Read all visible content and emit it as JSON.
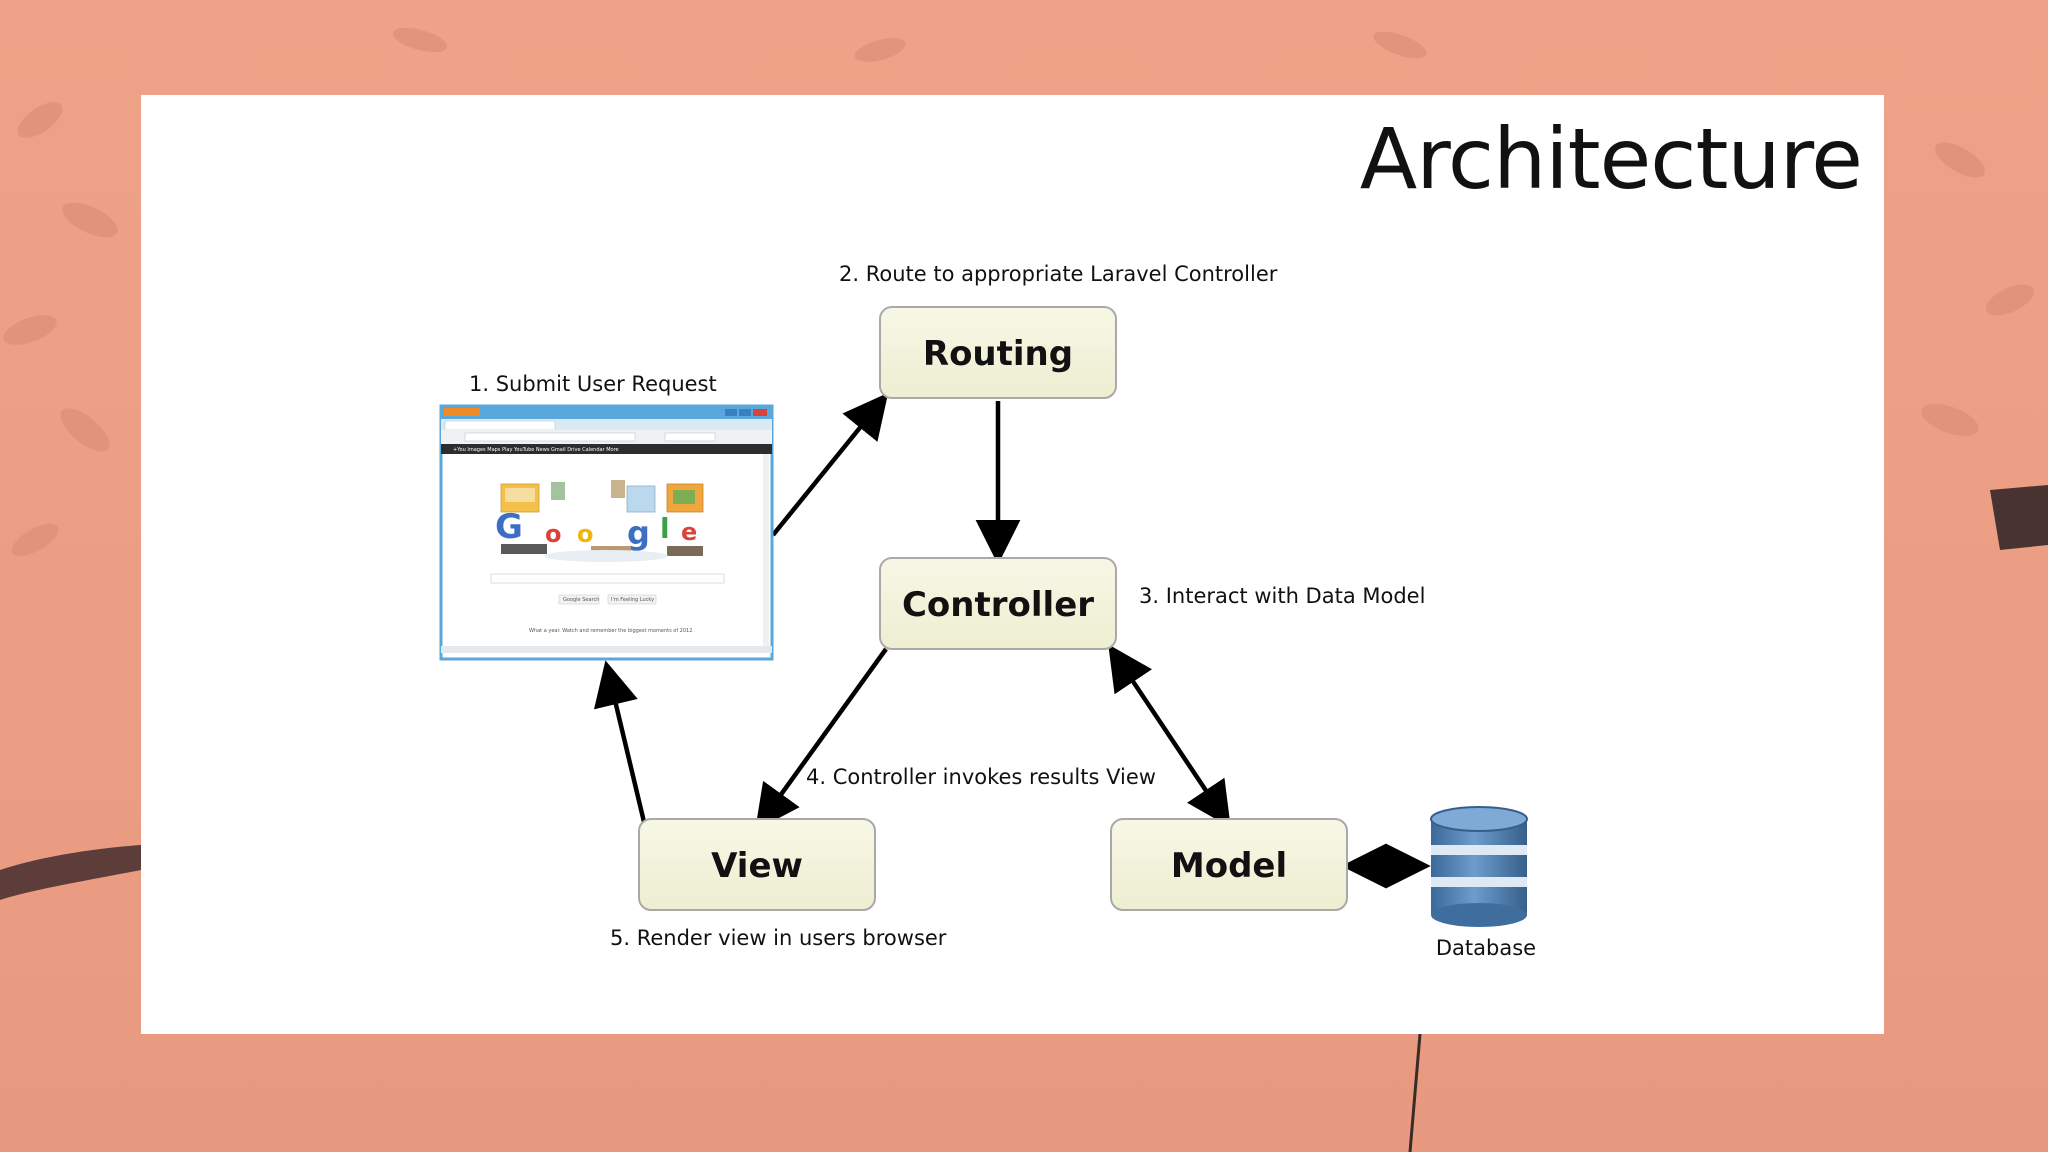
{
  "slide": {
    "title": "Architecture"
  },
  "diagram": {
    "nodes": {
      "routing": "Routing",
      "controller": "Controller",
      "view": "View",
      "model": "Model"
    },
    "steps": {
      "step1": "1. Submit User Request",
      "step2": "2. Route to appropriate Laravel Controller",
      "step3": "3. Interact with Data Model",
      "step4": "4. Controller invokes results View",
      "step5": "5. Render view in users browser"
    },
    "database_label": "Database"
  },
  "colors": {
    "node_fill": "#f3f3dd",
    "node_stroke": "#a9a9a9",
    "database": "#4f7fb0",
    "browser_frame": "#5aa7dc",
    "background": "#ec9e84"
  }
}
